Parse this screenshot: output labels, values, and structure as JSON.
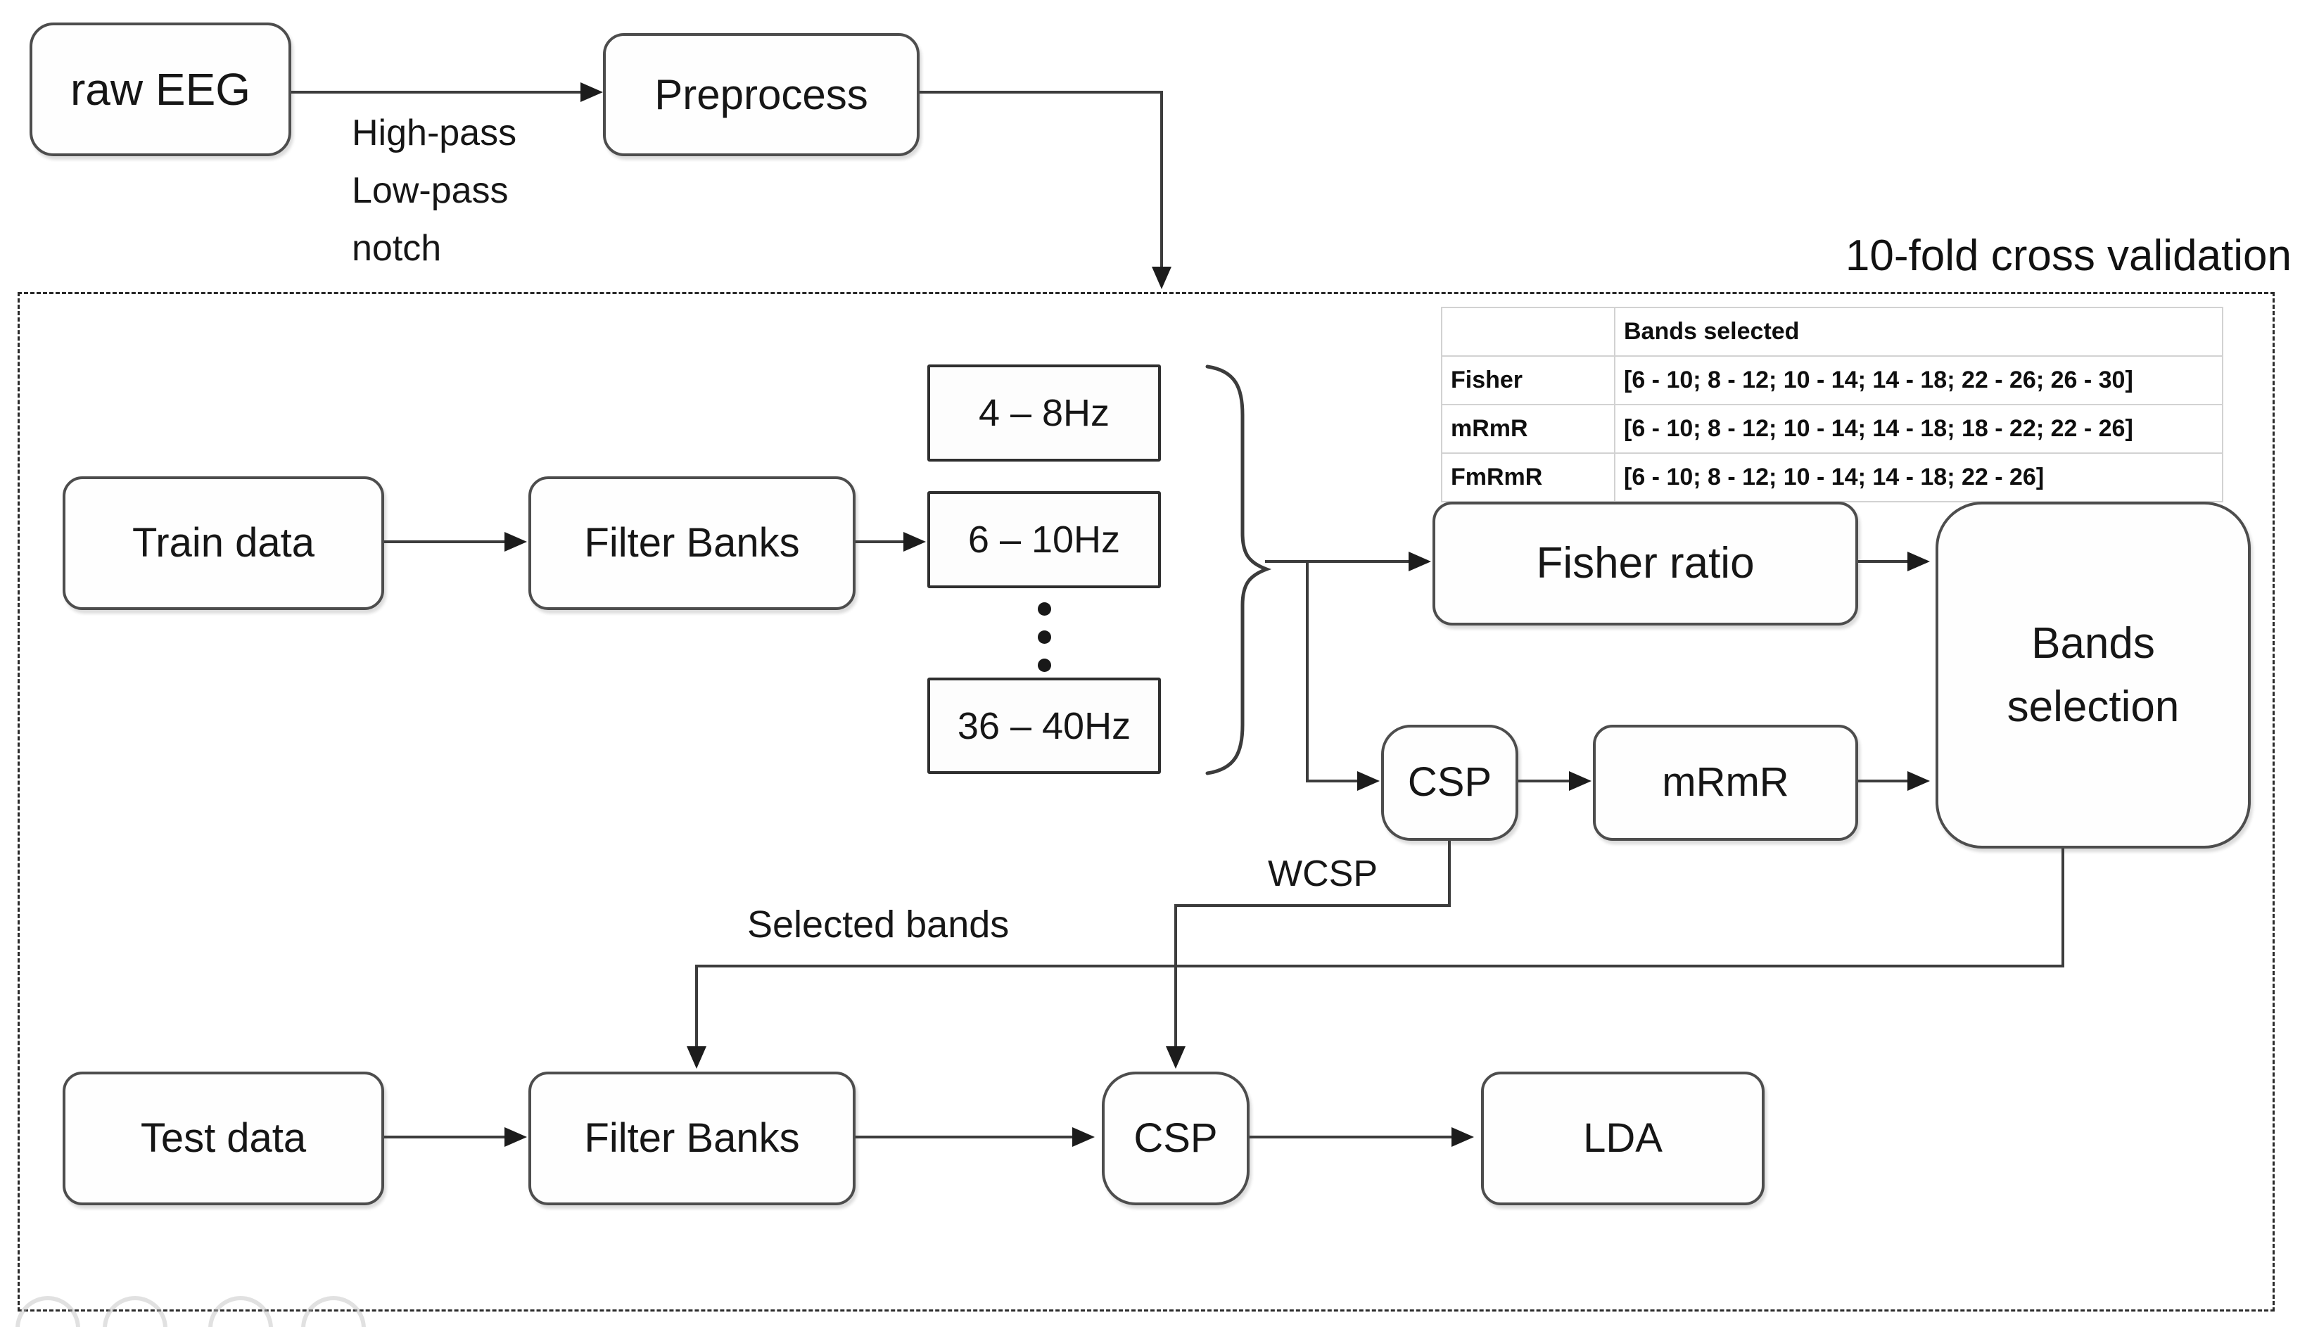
{
  "title": "10-fold cross validation",
  "nodes": {
    "raw_eeg": {
      "label": "raw EEG"
    },
    "preprocess": {
      "label": "Preprocess"
    },
    "train_data": {
      "label": "Train data"
    },
    "filter_banks_top": {
      "label": "Filter Banks"
    },
    "band_4_8": {
      "label": "4 – 8Hz"
    },
    "band_6_10": {
      "label": "6 – 10Hz"
    },
    "band_36_40": {
      "label": "36 – 40Hz"
    },
    "fisher_ratio": {
      "label": "Fisher ratio"
    },
    "csp_top": {
      "label": "CSP"
    },
    "mrmr": {
      "label": "mRmR"
    },
    "bands_selection": {
      "label": "Bands selection"
    },
    "test_data": {
      "label": "Test data"
    },
    "filter_banks_bottom": {
      "label": "Filter Banks"
    },
    "csp_bottom": {
      "label": "CSP"
    },
    "lda": {
      "label": "LDA"
    }
  },
  "edge_labels": {
    "preprocess_filters": [
      "High-pass",
      "Low-pass",
      "notch"
    ],
    "selected_bands": "Selected bands",
    "wcsp": "WCSP"
  },
  "table": {
    "header": [
      "",
      "Bands selected"
    ],
    "rows": [
      {
        "method": "Fisher",
        "bands": "[6 - 10; 8 - 12; 10 - 14; 14 - 18; 22 - 26; 26 - 30]"
      },
      {
        "method": "mRmR",
        "bands": "[6 - 10; 8 - 12; 10 - 14; 14 - 18; 18 - 22; 22 - 26]"
      },
      {
        "method": "FmRmR",
        "bands": "[6 - 10; 8 - 12; 10 - 14; 14 - 18; 22 - 26]"
      }
    ]
  },
  "colors": {
    "stroke": "#3c3c3c",
    "arrowhead": "#1c1c1c",
    "box_border": "#4d4d4d",
    "table_border": "#d2d2d2",
    "text": "#161616"
  }
}
